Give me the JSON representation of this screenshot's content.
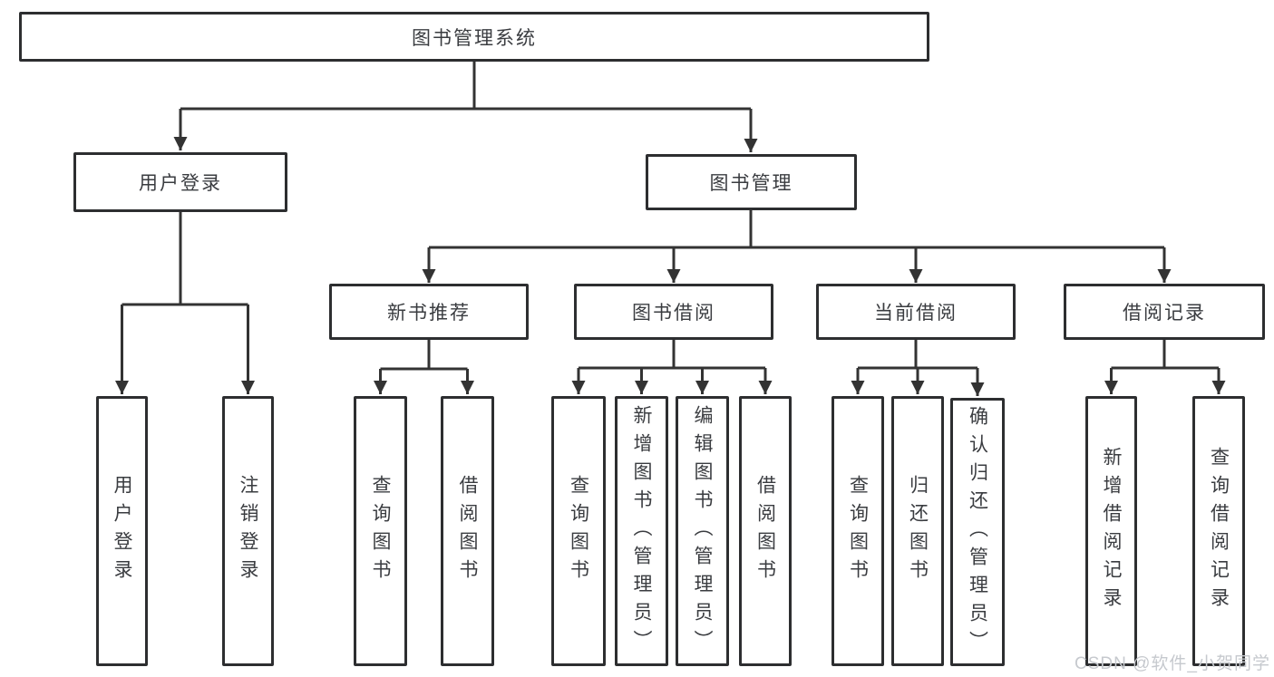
{
  "title": "图书管理系统",
  "nodes": {
    "root": {
      "label": "图书管理系统"
    },
    "level2": [
      {
        "label": "用户登录"
      },
      {
        "label": "图书管理"
      }
    ],
    "level3": [
      {
        "label": "新书推荐"
      },
      {
        "label": "图书借阅"
      },
      {
        "label": "当前借阅"
      },
      {
        "label": "借阅记录"
      }
    ],
    "leaves": {
      "userLogin": [
        {
          "label": "用户登录"
        },
        {
          "label": "注销登录"
        }
      ],
      "newBooks": [
        {
          "label": "查询图书"
        },
        {
          "label": "借阅图书"
        }
      ],
      "bookBorrow": [
        {
          "label": "查询图书"
        },
        {
          "label": "新增图书（管理员）"
        },
        {
          "label": "编辑图书（管理员）"
        },
        {
          "label": "借阅图书"
        }
      ],
      "currentBorrow": [
        {
          "label": "查询图书"
        },
        {
          "label": "归还图书"
        },
        {
          "label": "确认归还（管理员）"
        }
      ],
      "borrowRecords": [
        {
          "label": "新增借阅记录"
        },
        {
          "label": "查询借阅记录"
        }
      ]
    }
  },
  "watermark": {
    "text": "CSDN @软件_小贺同学"
  },
  "colors": {
    "line": "#333333",
    "box_border": "#2d2e30",
    "box_fill": "#ffffff",
    "text": "#3a3c40",
    "watermark": "#c6c9ce",
    "background": "#ffffff"
  }
}
